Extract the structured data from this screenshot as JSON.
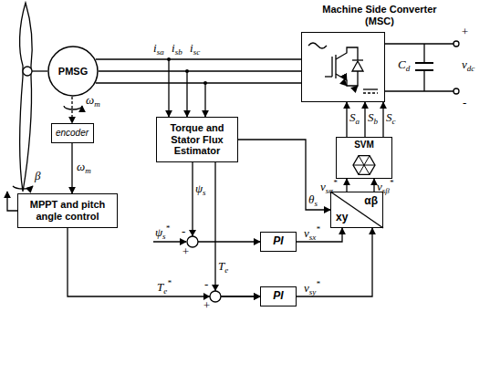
{
  "diagram": {
    "nodes": [
      {
        "text": [
          "PMSG"
        ]
      },
      {
        "text": [
          "encoder"
        ]
      },
      {
        "text": [
          "MPPT and pitch angle control"
        ]
      },
      {
        "text": [
          "Torque and Stator Flux Estimator"
        ]
      },
      {
        "text": [
          "Machine Side Converter (MSC)"
        ]
      },
      {
        "text": [
          "SVM"
        ]
      },
      {
        "text": [
          "xy",
          "αβ"
        ]
      },
      {
        "text": [
          "PI"
        ]
      },
      {
        "text": [
          "PI"
        ]
      }
    ],
    "edges": [
      {
        "from": 0,
        "to": 4,
        "arrow": "none"
      },
      {
        "from": 0,
        "to": 4,
        "arrow": "none"
      },
      {
        "from": 0,
        "to": 4,
        "arrow": "none"
      },
      {
        "from": 0,
        "to": 1,
        "arrow": "to"
      },
      {
        "from": 1,
        "to": 2,
        "arrow": "to"
      },
      {
        "from": 3,
        "to": 6,
        "arrow": "to"
      },
      {
        "from": 3,
        "to": 7,
        "arrow": "to"
      },
      {
        "from": 3,
        "to": 8,
        "arrow": "to"
      },
      {
        "from": 2,
        "to": 8,
        "arrow": "to"
      },
      {
        "from": 7,
        "to": 6,
        "arrow": "to"
      },
      {
        "from": 8,
        "to": 6,
        "arrow": "to"
      },
      {
        "from": 6,
        "to": 5,
        "arrow": "to"
      },
      {
        "from": 6,
        "to": 5,
        "arrow": "to"
      },
      {
        "from": 5,
        "to": 4,
        "arrow": "to"
      },
      {
        "from": 5,
        "to": 4,
        "arrow": "to"
      },
      {
        "from": 5,
        "to": 4,
        "arrow": "to"
      }
    ],
    "labels": [
      "isa",
      "isb",
      "isc",
      "ωm",
      "ωm",
      "β",
      "Cd",
      "vdc",
      "+",
      "-",
      "Sa",
      "Sb",
      "Sc",
      "vsα*",
      "vsβ*",
      "θs",
      "ψs*",
      "-",
      "ψs",
      "+",
      "vsx*",
      "Te",
      "Te*",
      "-",
      "+",
      "vsy*"
    ]
  }
}
